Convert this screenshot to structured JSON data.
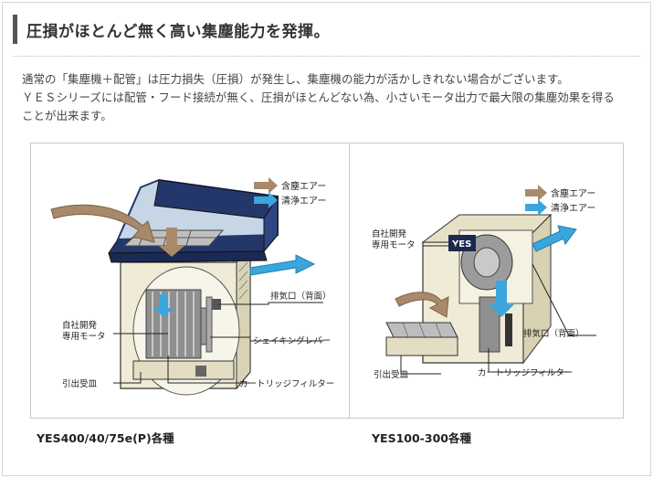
{
  "heading": "圧損がほとんど無く高い集塵能力を発揮。",
  "description": {
    "line1": "通常の「集塵機＋配管」は圧力損失（圧損）が発生し、集塵機の能力が活かしきれない場合がございます。",
    "line2": "ＹＥＳシリーズには配管・フード接続が無く、圧損がほとんどない為、小さいモータ出力で最大限の集塵効果を得る",
    "line3": "ことが出来ます。"
  },
  "legend": {
    "dusty_air": "含塵エアー",
    "clean_air": "清浄エアー"
  },
  "left_diagram": {
    "labels": {
      "exhaust": "排気口（背面）",
      "motor": "自社開発\n専用モータ",
      "shaking_lever": "シェイキングレバー",
      "tray": "引出受皿",
      "filter": "カートリッジフィルター"
    },
    "caption": "YES400/40/75e(P)各種"
  },
  "right_diagram": {
    "labels": {
      "motor": "自社開発\n専用モータ",
      "exhaust": "排気口（背面）",
      "tray": "引出受皿",
      "filter": "カートリッジフィルター",
      "brand": "YES"
    },
    "caption": "YES100-300各種"
  },
  "colors": {
    "dusty_arrow": "#a88a6a",
    "clean_arrow": "#3aa6dd",
    "hood_blue": "#23376b",
    "body_cream": "#efebd6"
  }
}
